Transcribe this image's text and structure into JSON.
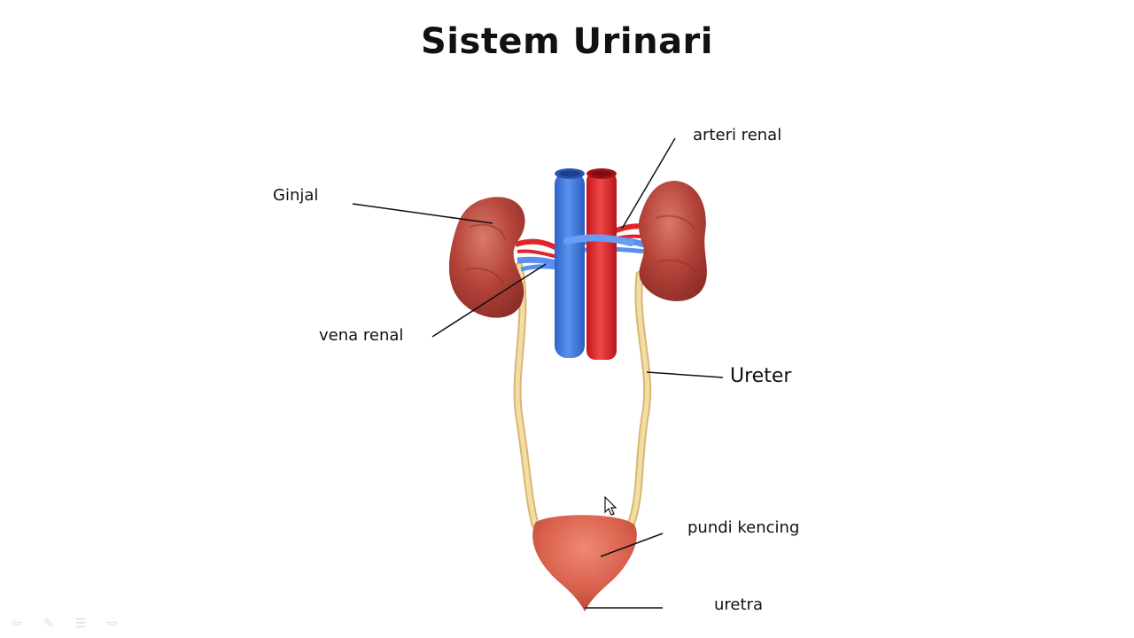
{
  "slide": {
    "title": "Sistem Urinari"
  },
  "labels": {
    "ginjal": "Ginjal",
    "arteri_renal": "arteri renal",
    "vena_renal": "vena renal",
    "ureter": "Ureter",
    "pundi_kencing": "pundi kencing",
    "uretra": "uretra"
  },
  "colors": {
    "kidney": "#b5443a",
    "vein": "#3f7fe0",
    "artery": "#e0262a",
    "ureter": "#f0d79a",
    "bladder": "#d9604c"
  },
  "icons": {
    "nav": [
      "arrow-left-icon",
      "pen-icon",
      "menu-icon",
      "arrow-right-icon"
    ],
    "cursor": "pointer-cursor-icon"
  }
}
